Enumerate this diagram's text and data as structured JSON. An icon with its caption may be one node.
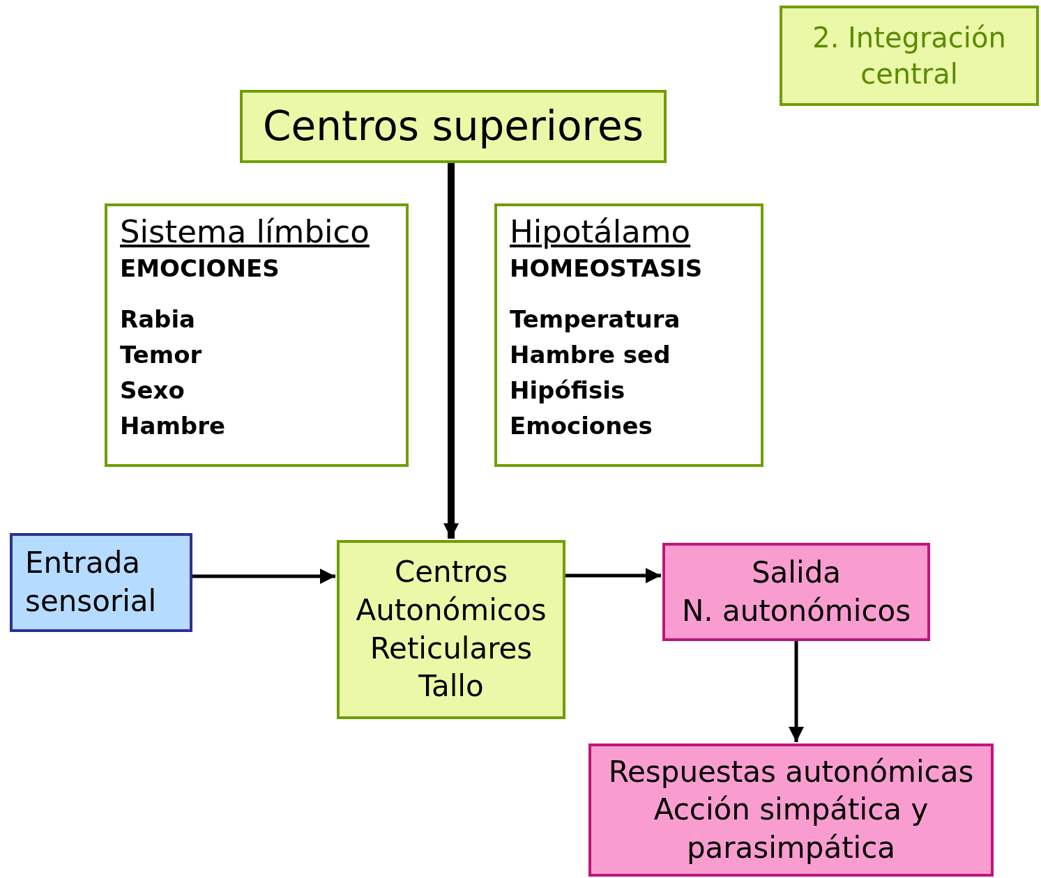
{
  "diagram": {
    "nodes": [
      {
        "text": [
          "2. Integración central"
        ]
      },
      {
        "text": [
          "Centros superiores"
        ]
      },
      {
        "text": [
          "Sistema límbico",
          "EMOCIONES",
          "Rabia",
          "Temor",
          "Sexo",
          "Hambre"
        ]
      },
      {
        "text": [
          "Hipotálamo",
          "HOMEOSTASIS",
          "Temperatura",
          "Hambre sed",
          "Hipófisis",
          "Emociones"
        ]
      },
      {
        "text": [
          "Entrada sensorial"
        ]
      },
      {
        "text": [
          "Centros",
          "Autonómicos",
          "Reticulares",
          "Tallo"
        ]
      },
      {
        "text": [
          "Salida",
          "N. autonómicos"
        ]
      },
      {
        "text": [
          "Respuestas autonómicas",
          "Acción simpática y parasimpática"
        ]
      }
    ],
    "edges": [
      {
        "from": 1,
        "to": 5,
        "arrow": "to",
        "style": "thick"
      },
      {
        "from": 4,
        "to": 5,
        "arrow": "to"
      },
      {
        "from": 5,
        "to": 6,
        "arrow": "to"
      },
      {
        "from": 6,
        "to": 7,
        "arrow": "to"
      }
    ]
  }
}
